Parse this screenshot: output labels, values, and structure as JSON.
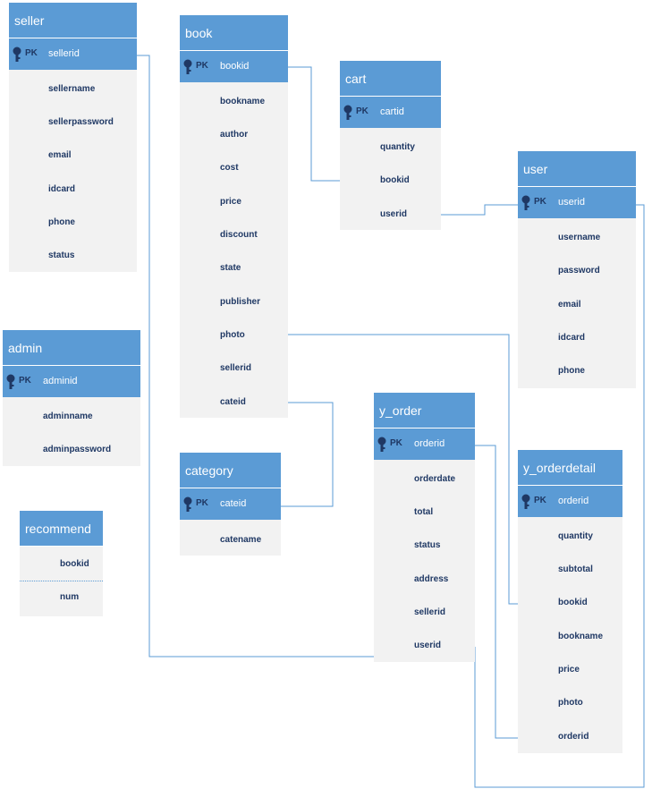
{
  "entities": {
    "seller": {
      "title": "seller",
      "pk": "PK",
      "pk_field": "sellerid",
      "fields": [
        "sellername",
        "sellerpassword",
        "email",
        "idcard",
        "phone",
        "status"
      ]
    },
    "book": {
      "title": "book",
      "pk": "PK",
      "pk_field": "bookid",
      "fields": [
        "bookname",
        "author",
        "cost",
        "price",
        "discount",
        "state",
        "publisher",
        "photo",
        "sellerid",
        "cateid"
      ]
    },
    "cart": {
      "title": "cart",
      "pk": "PK",
      "pk_field": "cartid",
      "fields": [
        "quantity",
        "bookid",
        "userid"
      ]
    },
    "user": {
      "title": "user",
      "pk": "PK",
      "pk_field": "userid",
      "fields": [
        "username",
        "password",
        "email",
        "idcard",
        "phone"
      ]
    },
    "admin": {
      "title": "admin",
      "pk": "PK",
      "pk_field": "adminid",
      "fields": [
        "adminname",
        "adminpassword"
      ]
    },
    "category": {
      "title": "category",
      "pk": "PK",
      "pk_field": "cateid",
      "fields": [
        "catename"
      ]
    },
    "y_order": {
      "title": "y_order",
      "pk": "PK",
      "pk_field": "orderid",
      "fields": [
        "orderdate",
        "total",
        "status",
        "address",
        "sellerid",
        "userid"
      ]
    },
    "y_orderdetail": {
      "title": "y_orderdetail",
      "pk": "PK",
      "pk_field": "orderid",
      "fields": [
        "quantity",
        "subtotal",
        "bookid",
        "bookname",
        "price",
        "photo",
        "orderid"
      ]
    },
    "recommend": {
      "title": "recommend",
      "fields": [
        "bookid",
        "num"
      ]
    }
  },
  "colors": {
    "header": "#5b9bd5",
    "body": "#f2f2f2",
    "field_text": "#1f3864",
    "connector": "#5b9bd5"
  },
  "icons": {
    "primary_key": "key-icon"
  }
}
